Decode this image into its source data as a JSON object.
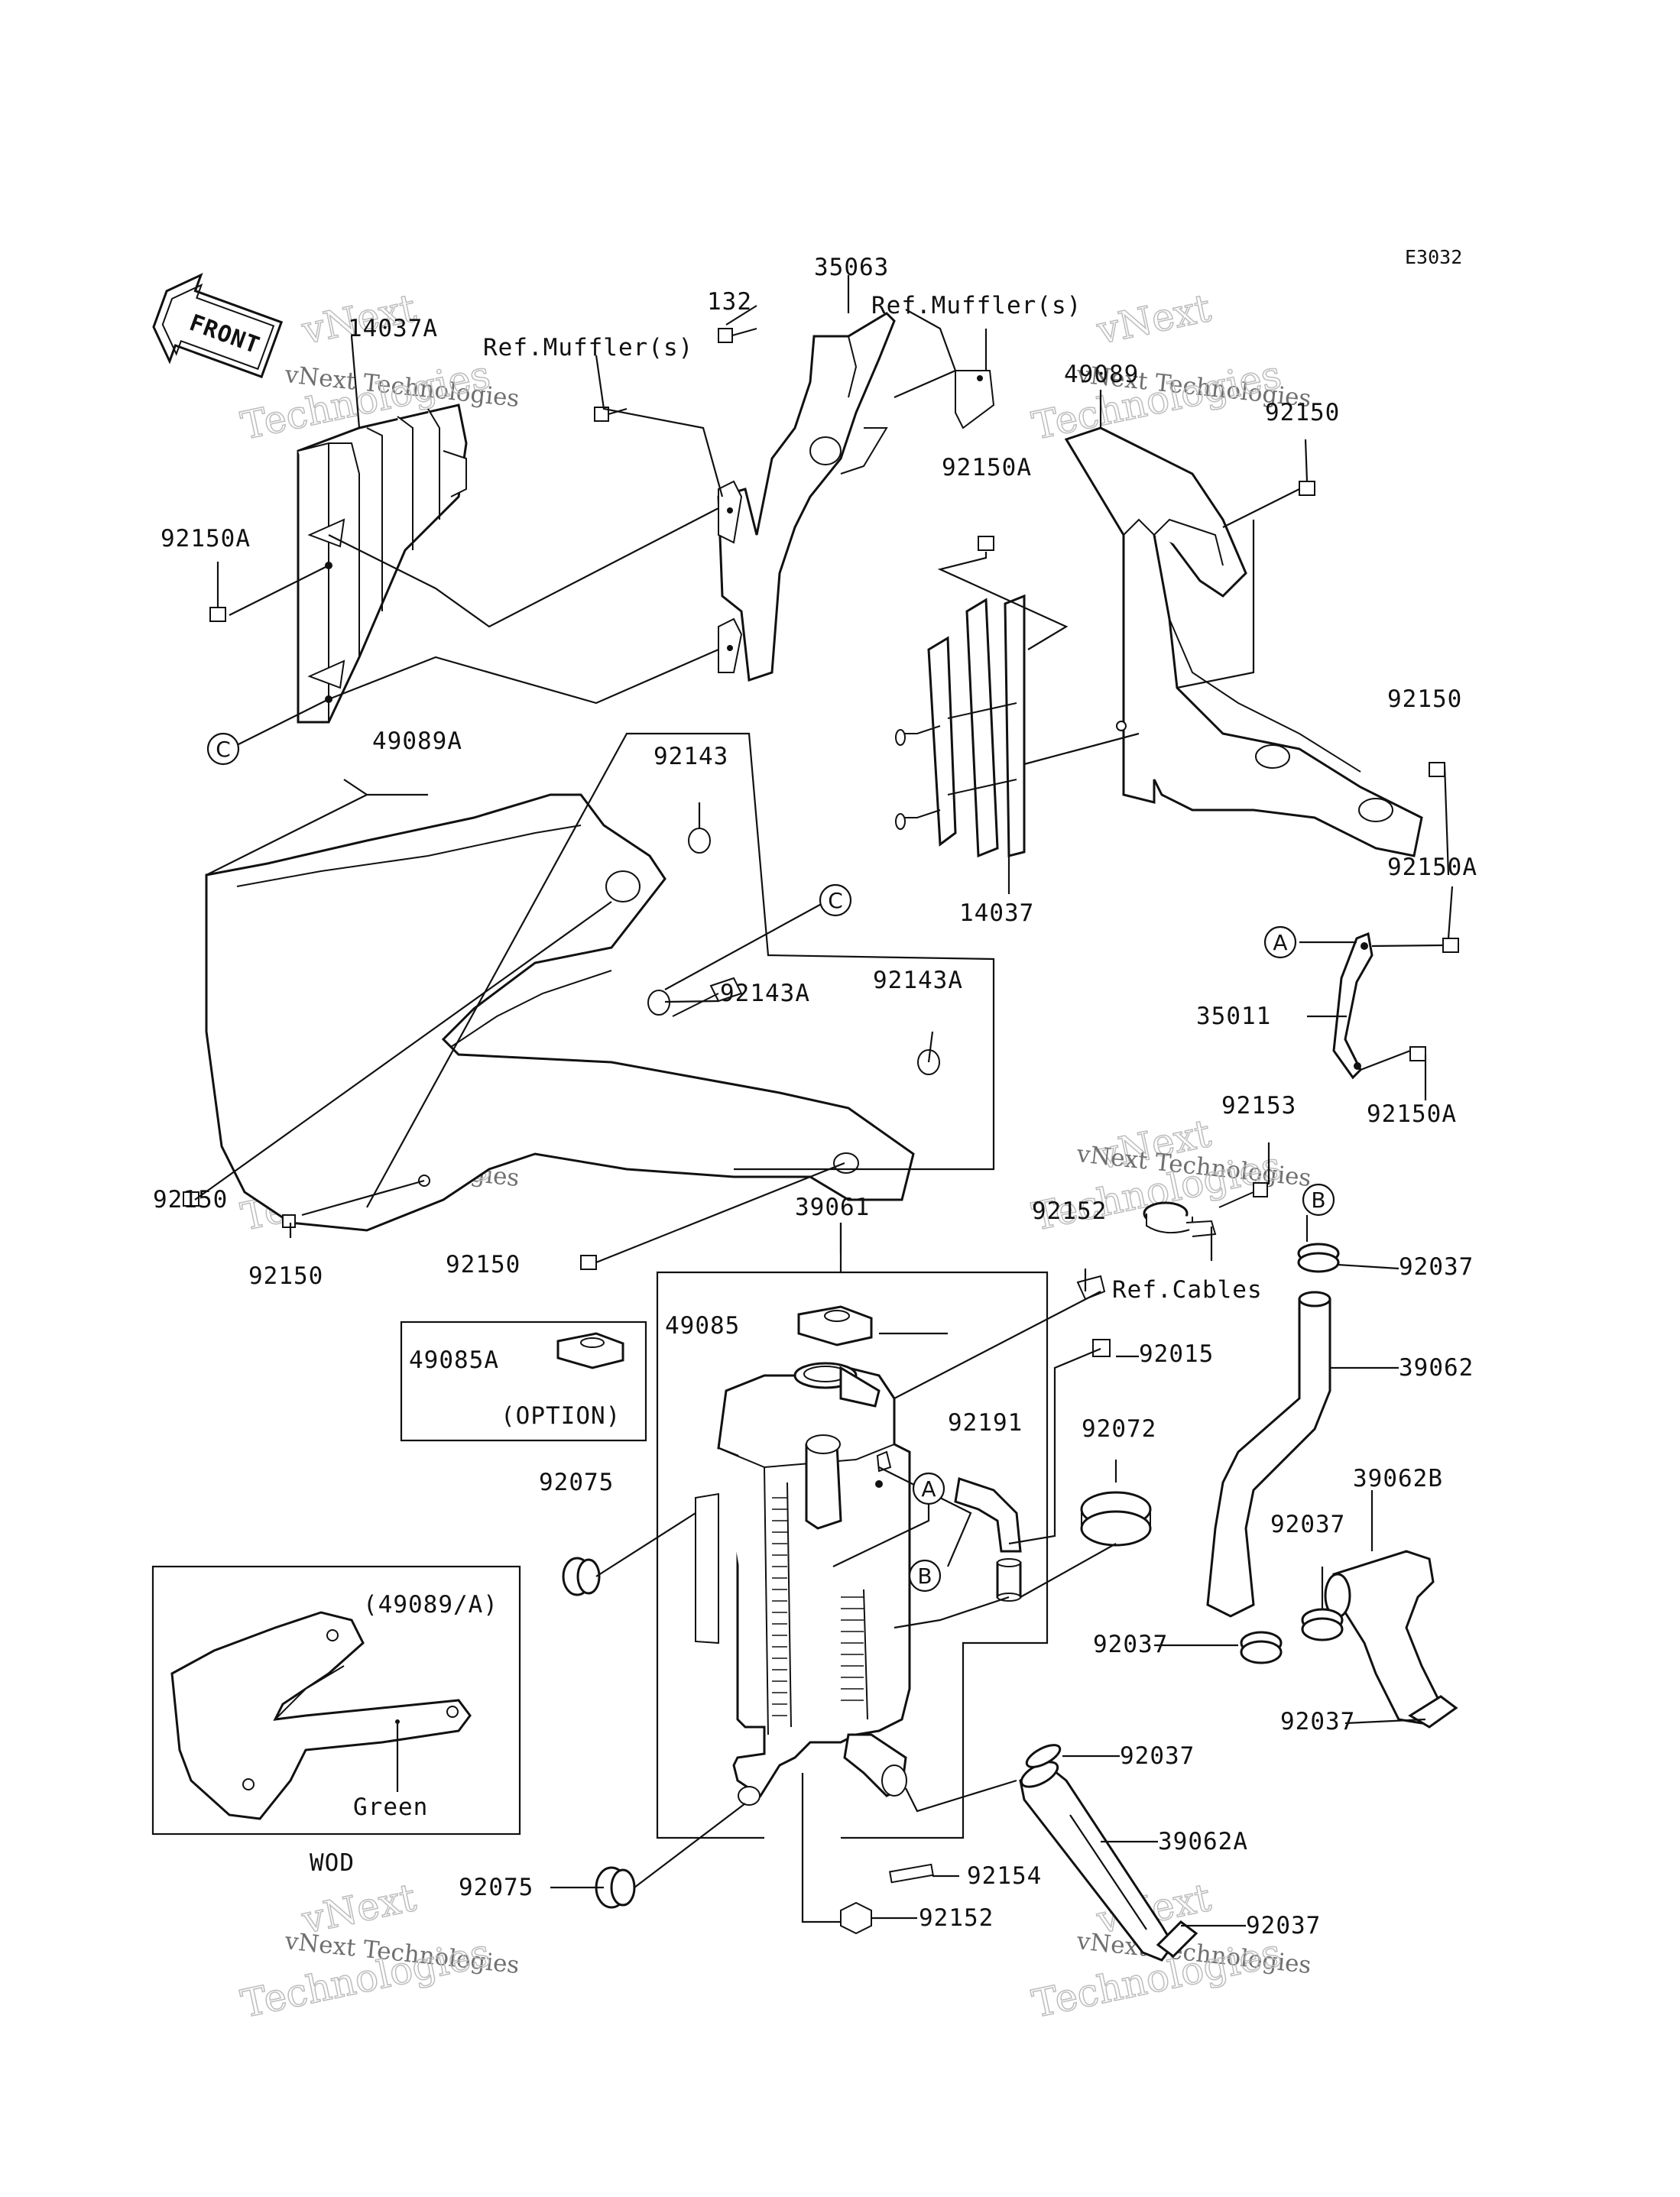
{
  "diagram_code": "E3032",
  "front_label": "FRONT",
  "watermark": {
    "line1": "vNext",
    "line2": "vNext Technologies",
    "line3": "Technologies"
  },
  "labels": {
    "p14037A": "14037A",
    "refMuffler1": "Ref.Muffler(s)",
    "p132": "132",
    "p35063": "35063",
    "refMuffler2": "Ref.Muffler(s)",
    "p49089": "49089",
    "p92150_top": "92150",
    "p92150A_left": "92150A",
    "p92150A_center": "92150A",
    "p92150_right": "92150",
    "p92150A_right": "92150A",
    "p35011": "35011",
    "p92150A_lower": "92150A",
    "p49089A": "49089A",
    "p92143": "92143",
    "p92143A_1": "92143A",
    "p92143A_2": "92143A",
    "p14037": "14037",
    "p92150_left1": "92150",
    "p92150_left2": "92150",
    "p92150_bottom": "92150",
    "p92153": "92153",
    "p39061": "39061",
    "p92152_top": "92152",
    "refCables": "Ref.Cables",
    "p92037_b": "92037",
    "p49085": "49085",
    "p49085A": "49085A",
    "option": "(OPTION)",
    "p92015": "92015",
    "p39062": "39062",
    "p92191": "92191",
    "p92072": "92072",
    "p92075_top": "92075",
    "p39062B": "39062B",
    "p92037_mid": "92037",
    "p92037_left": "92037",
    "p92037_right": "92037",
    "p92037_bottom": "92037",
    "p92037_lowright": "92037",
    "p39062A": "39062A",
    "p92154": "92154",
    "p92152_bottom": "92152",
    "p92075_bottom": "92075",
    "inset_title": "(49089/A)",
    "green": "Green",
    "wod": "WOD"
  },
  "callouts": {
    "A": "A",
    "B": "B",
    "C": "C"
  }
}
